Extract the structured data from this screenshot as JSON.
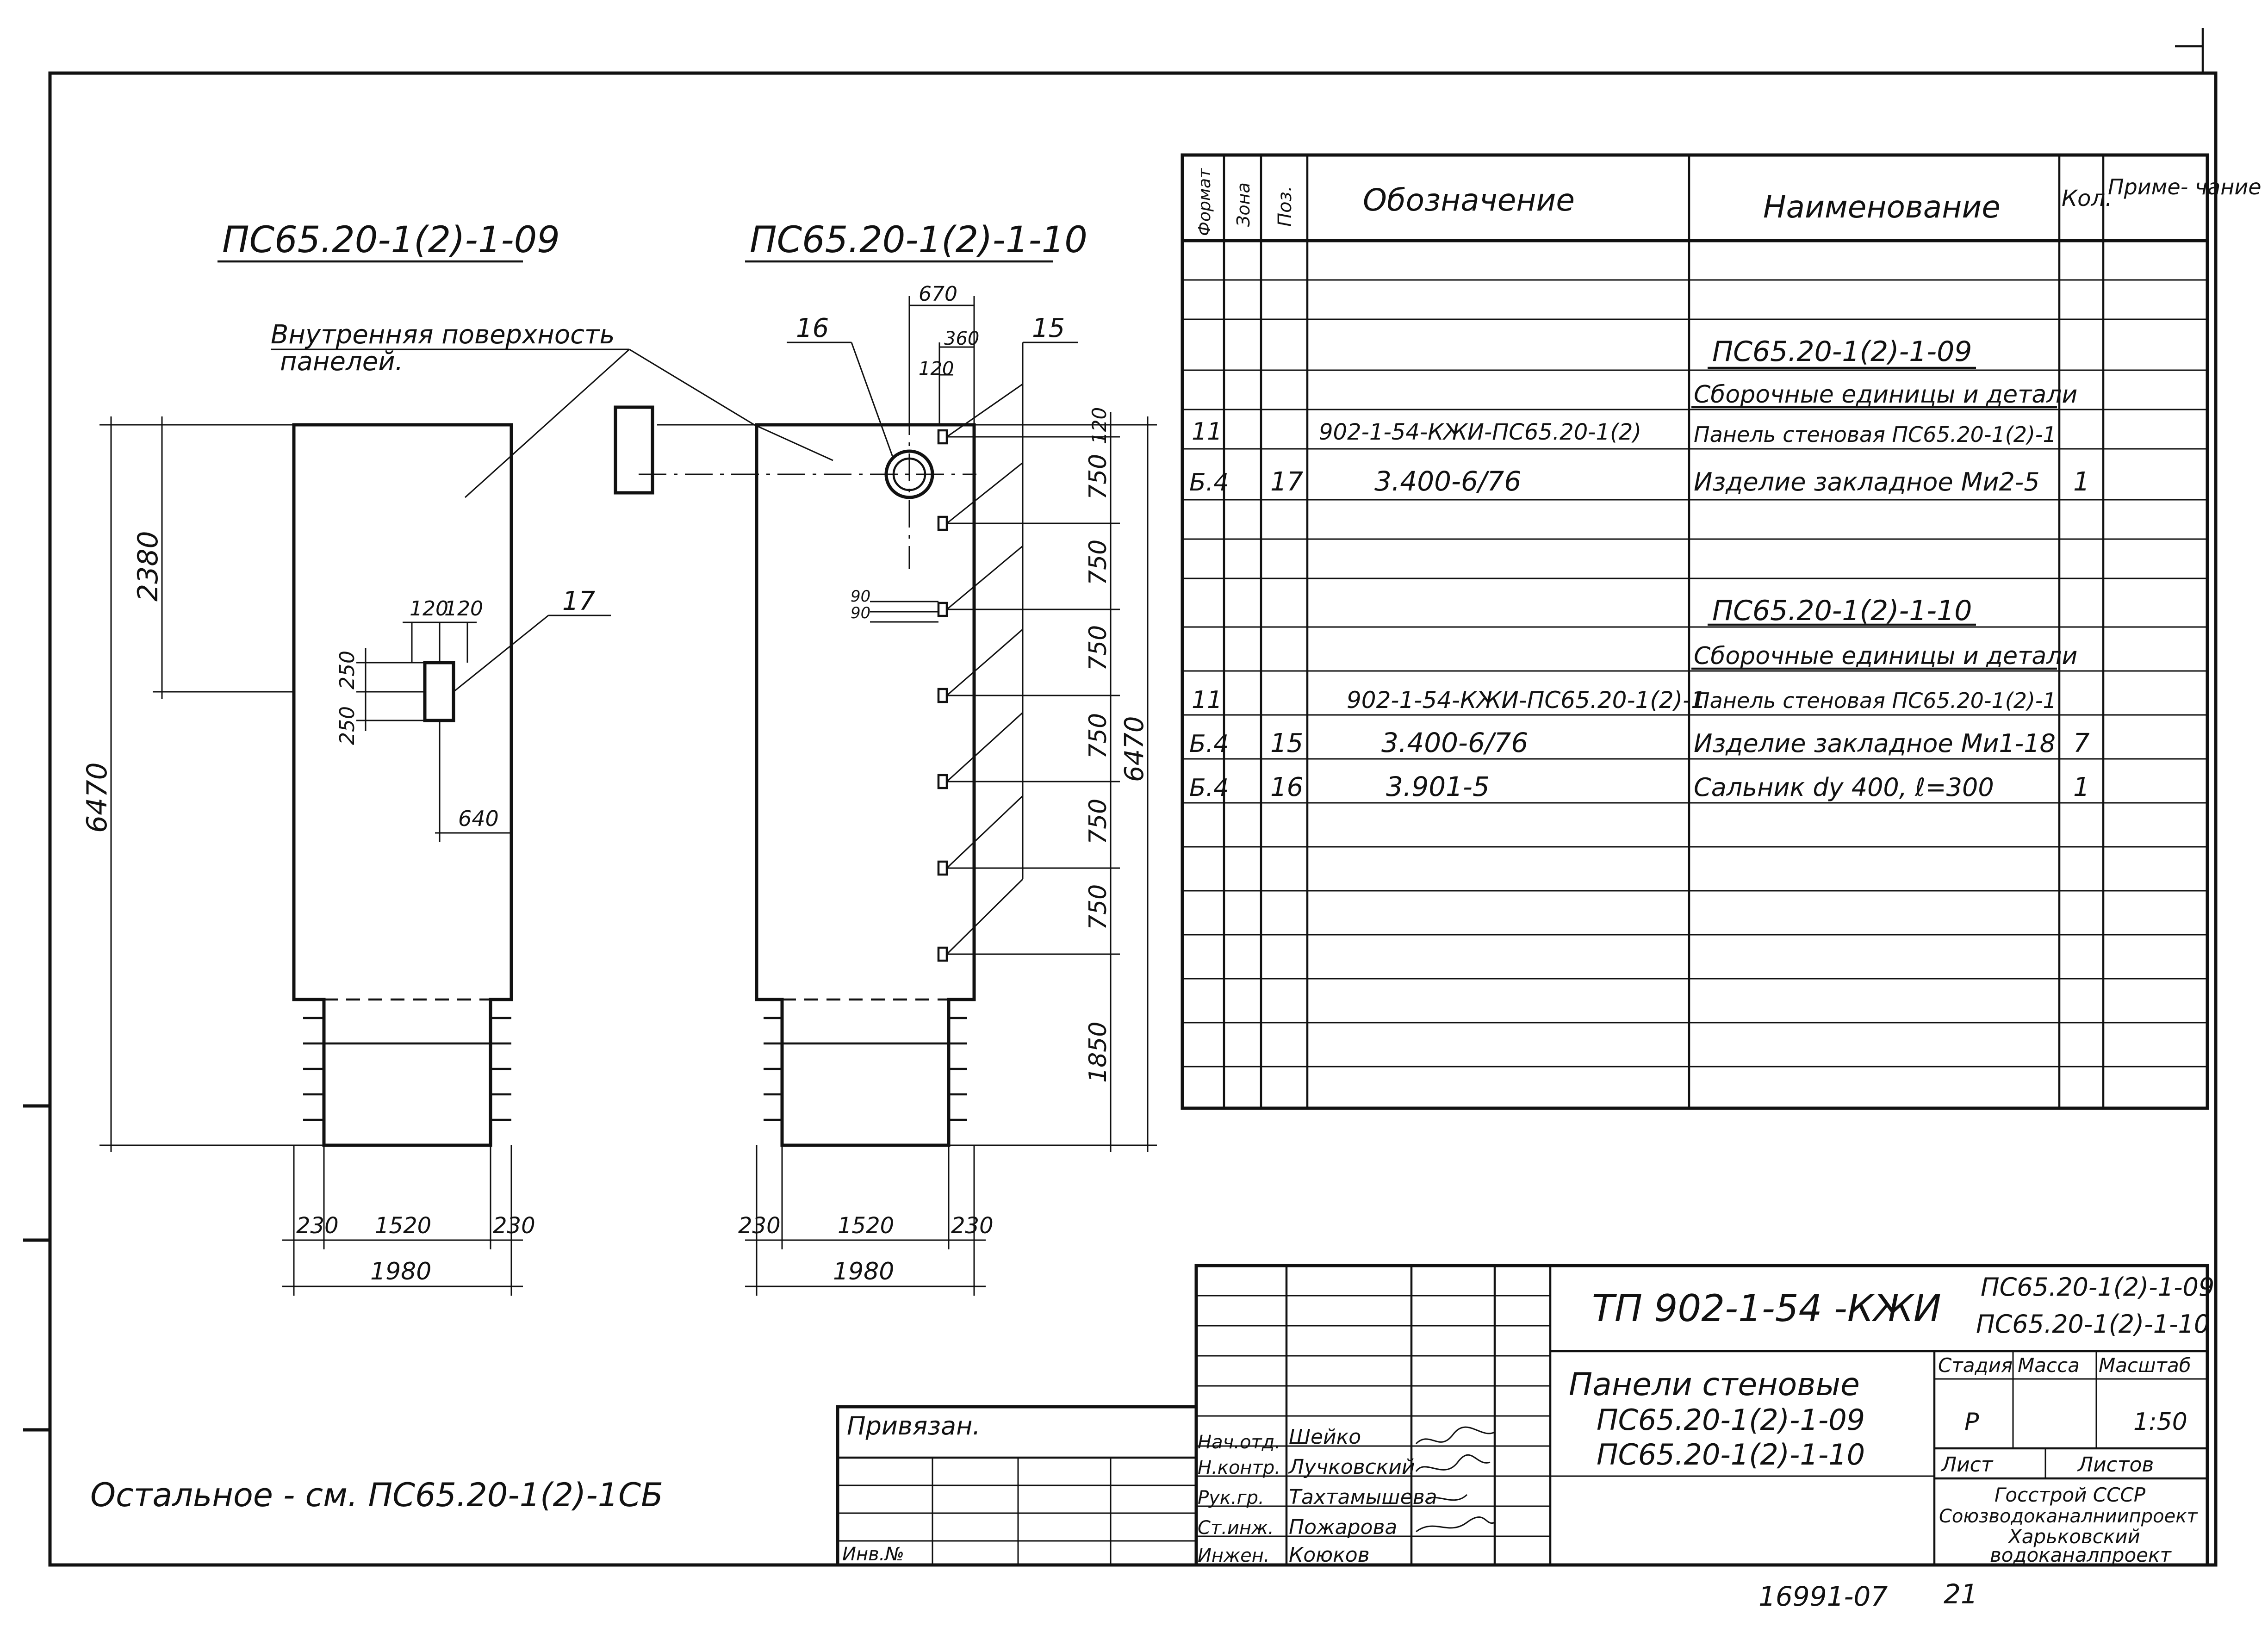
{
  "left_view": {
    "title": "ПС65.20-1(2)-1-09",
    "note_line1": "Внутренняя поверхность",
    "note_line2": "панелей.",
    "callout_17": "17",
    "dims": {
      "total_height": "6470",
      "upper": "2380",
      "w_a": "120",
      "w_b": "120",
      "h_a": "250",
      "h_b": "250",
      "offset": "640",
      "bottom_left": "230",
      "bottom_mid": "1520",
      "bottom_right": "230",
      "bottom_total": "1980"
    }
  },
  "right_view": {
    "title": "ПС65.20-1(2)-1-10",
    "callout_16": "16",
    "callout_15": "15",
    "dims": {
      "top_670": "670",
      "top_360": "360",
      "top_120": "120",
      "first": "120",
      "pitch": [
        "750",
        "750",
        "750",
        "750",
        "750",
        "750"
      ],
      "tail": "1850",
      "total": "6470",
      "gap_a": "90",
      "gap_b": "90",
      "bottom_left": "230",
      "bottom_mid": "1520",
      "bottom_right": "230",
      "bottom_total": "1980"
    }
  },
  "spec_table": {
    "headers": {
      "format": "Формат",
      "zone": "Зона",
      "pos": "Поз.",
      "designation": "Обозначение",
      "name": "Наименование",
      "qty": "Кол.",
      "note": "Приме- чание"
    },
    "rows": [
      {
        "format": "",
        "zone": "",
        "pos": "",
        "designation": "",
        "name": "ПС65.20-1(2)-1-09",
        "qty": "",
        "note": "",
        "style": "heading"
      },
      {
        "format": "",
        "zone": "",
        "pos": "",
        "designation": "",
        "name": "Сборочные единицы и детали",
        "qty": "",
        "note": "",
        "style": "subheading"
      },
      {
        "format": "11",
        "zone": "",
        "pos": "",
        "designation": "902-1-54-КЖИ-ПС65.20-1(2)",
        "name": "Панель стеновая ПС65.20-1(2)-1",
        "qty": "",
        "note": ""
      },
      {
        "format": "Б.4",
        "zone": "",
        "pos": "17",
        "designation": "3.400-6/76",
        "name": "Изделие закладное Ми2-5",
        "qty": "1",
        "note": ""
      },
      {
        "format": "",
        "zone": "",
        "pos": "",
        "designation": "",
        "name": "ПС65.20-1(2)-1-10",
        "qty": "",
        "note": "",
        "style": "heading"
      },
      {
        "format": "",
        "zone": "",
        "pos": "",
        "designation": "",
        "name": "Сборочные единицы и детали",
        "qty": "",
        "note": "",
        "style": "subheading"
      },
      {
        "format": "11",
        "zone": "",
        "pos": "",
        "designation": "902-1-54-КЖИ-ПС65.20-1(2)-1",
        "name": "Панель стеновая ПС65.20-1(2)-1",
        "qty": "",
        "note": ""
      },
      {
        "format": "Б.4",
        "zone": "",
        "pos": "15",
        "designation": "3.400-6/76",
        "name": "Изделие закладное Ми1-18",
        "qty": "7",
        "note": ""
      },
      {
        "format": "Б.4",
        "zone": "",
        "pos": "16",
        "designation": "3.901-5",
        "name": "Сальник dу 400, ℓ=300",
        "qty": "1",
        "note": ""
      }
    ]
  },
  "title_block": {
    "code": "ТП 902-1-54 -КЖИ",
    "code_sheets": [
      "ПС65.20-1(2)-1-09",
      "ПС65.20-1(2)-1-10"
    ],
    "name_line1": "Панели стеновые",
    "name_line2": "ПС65.20-1(2)-1-09",
    "name_line3": "ПС65.20-1(2)-1-10",
    "stage_label": "Стадия",
    "mass_label": "Масса",
    "scale_label": "Масштаб",
    "stage": "Р",
    "scale": "1:50",
    "sheet_label": "Лист",
    "sheets_label": "Листов",
    "org": [
      "Госстрой СССР",
      "Союзводоканалниипроект",
      "Харьковский",
      "водоканалпроект"
    ],
    "staff": [
      {
        "role": "Нач.отд.",
        "name": "Шейко"
      },
      {
        "role": "Н.контр.",
        "name": "Лучковский"
      },
      {
        "role": "Рук.гр.",
        "name": "Тахтамышева"
      },
      {
        "role": "Ст.инж.",
        "name": "Пожарова"
      },
      {
        "role": "Инжен.",
        "name": "Коюков"
      }
    ],
    "bound_label": "Привязан.",
    "inv_label": "Инв.№"
  },
  "bottom_note": "Остальное - см. ПС65.20-1(2)-1СБ",
  "archive_number": "16991-07",
  "page_number": "21"
}
